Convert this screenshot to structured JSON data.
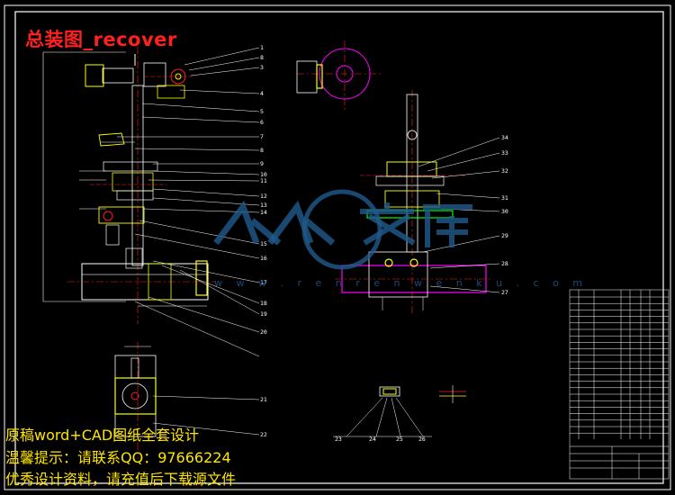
{
  "title": "总装图_recover",
  "notes": {
    "line1": "原稿word+CAD图纸全套设计",
    "line2": "温馨提示：请联系QQ：97666224",
    "line3": "优秀设计资料，请充值后下载源文件"
  },
  "watermark": {
    "text": "w w w . r e n r e n w e n k u . c o m"
  },
  "callouts_right_side": [
    "1",
    "8",
    "3",
    "4",
    "5",
    "6",
    "7",
    "8",
    "9",
    "10",
    "11",
    "12",
    "13",
    "14",
    "15",
    "16",
    "17",
    "18",
    "19",
    "20"
  ],
  "callouts_side_view": [
    "34",
    "33",
    "32",
    "31",
    "30",
    "29",
    "28",
    "27"
  ],
  "callouts_detail": [
    "23",
    "24",
    "25",
    "26"
  ],
  "callouts_base": [
    "21",
    "22"
  ],
  "colors": {
    "frame": "#ffffff",
    "title": "#ff2020",
    "note": "#ffe600",
    "centerline": "#ff2020",
    "part": "#ffff00",
    "leader": "#ffffff",
    "magenta": "#ff00ff",
    "green": "#00ff00",
    "cyan": "#00ffff"
  }
}
